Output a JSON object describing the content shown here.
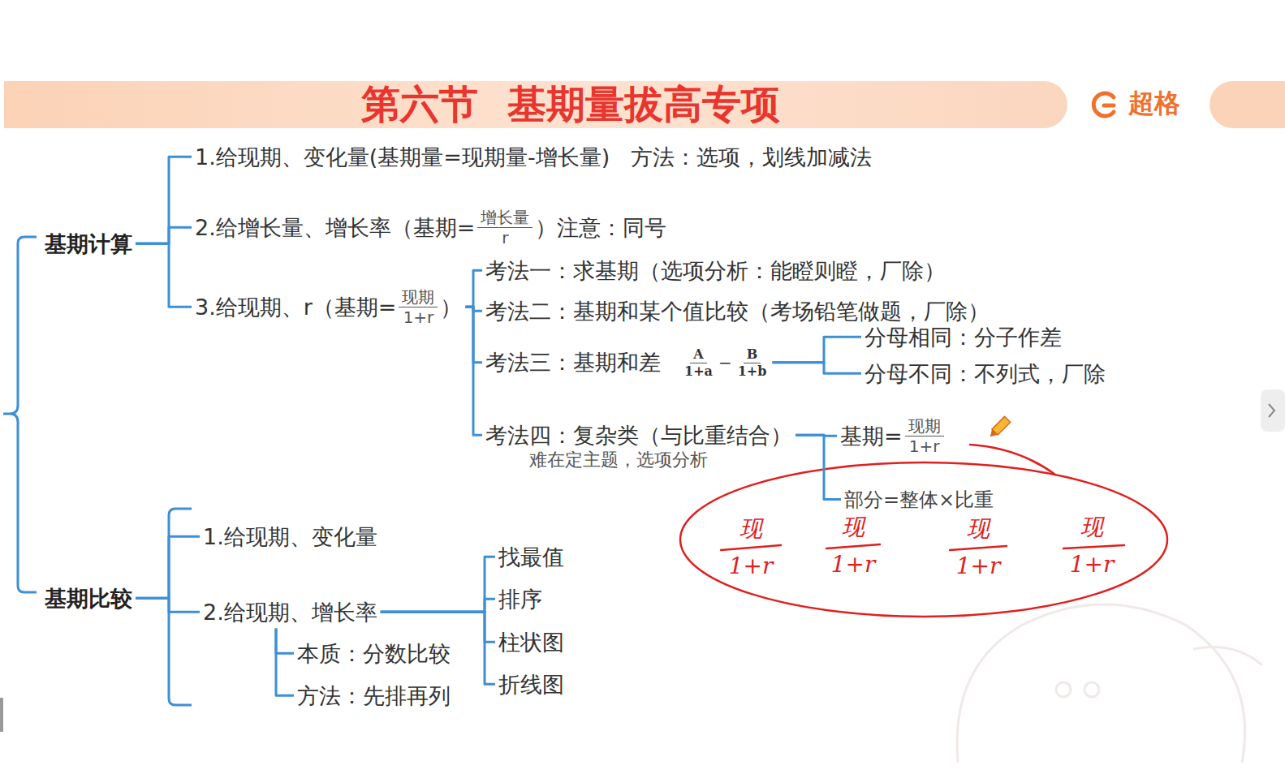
{
  "diagram": {
    "title": "第六节 基期量拔高专项",
    "nodes": [
      {
        "text": [
          "基期计算"
        ]
      },
      {
        "text": [
          "1.给现期、变化量(基期量=现期量-增长量)",
          "方法：选项，划线加减法"
        ]
      },
      {
        "text": [
          "2.给增长量、增长率（基期=",
          "增长量",
          "r",
          "）注意：同号"
        ]
      },
      {
        "text": [
          "3.给现期、r（基期=",
          "现期",
          "1+r",
          "）"
        ]
      },
      {
        "text": [
          "考法一：求基期（选项分析：能瞪则瞪，厂除）"
        ]
      },
      {
        "text": [
          "考法二：基期和某个值比较（考场铅笔做题，厂除）"
        ]
      },
      {
        "text": [
          "考法三：基期和差",
          "A",
          "1+a",
          "−",
          "B",
          "1+b"
        ]
      },
      {
        "text": [
          "分母相同：分子作差"
        ]
      },
      {
        "text": [
          "分母不同：不列式，厂除"
        ]
      },
      {
        "text": [
          "考法四：复杂类（与比重结合）",
          "难在定主题，选项分析"
        ]
      },
      {
        "text": [
          "基期=",
          "现期",
          "1+r"
        ]
      },
      {
        "text": [
          "部分=整体×比重"
        ]
      },
      {
        "text": [
          "基期比较"
        ]
      },
      {
        "text": [
          "1.给现期、变化量"
        ]
      },
      {
        "text": [
          "2.给现期、增长率"
        ]
      },
      {
        "text": [
          "本质：分数比较"
        ]
      },
      {
        "text": [
          "方法：先排再列"
        ]
      },
      {
        "text": [
          "找最值"
        ]
      },
      {
        "text": [
          "排序"
        ]
      },
      {
        "text": [
          "柱状图"
        ]
      },
      {
        "text": [
          "折线图"
        ]
      }
    ],
    "edges": [
      {
        "from": 0,
        "to": 1,
        "arrow": "none"
      },
      {
        "from": 0,
        "to": 2,
        "arrow": "none"
      },
      {
        "from": 0,
        "to": 3,
        "arrow": "none"
      },
      {
        "from": 3,
        "to": 4,
        "arrow": "none"
      },
      {
        "from": 3,
        "to": 5,
        "arrow": "none"
      },
      {
        "from": 3,
        "to": 6,
        "arrow": "none"
      },
      {
        "from": 3,
        "to": 9,
        "arrow": "none"
      },
      {
        "from": 6,
        "to": 7,
        "arrow": "none"
      },
      {
        "from": 6,
        "to": 8,
        "arrow": "none"
      },
      {
        "from": 9,
        "to": 10,
        "arrow": "none"
      },
      {
        "from": 9,
        "to": 11,
        "arrow": "none"
      },
      {
        "from": 12,
        "to": 13,
        "arrow": "none"
      },
      {
        "from": 12,
        "to": 14,
        "arrow": "none"
      },
      {
        "from": 14,
        "to": 15,
        "arrow": "none"
      },
      {
        "from": 14,
        "to": 16,
        "arrow": "none"
      },
      {
        "from": 14,
        "to": 17,
        "arrow": "none"
      },
      {
        "from": 14,
        "to": 18,
        "arrow": "none"
      },
      {
        "from": 14,
        "to": 19,
        "arrow": "none"
      },
      {
        "from": 14,
        "to": 20,
        "arrow": "none"
      }
    ],
    "labels": [
      "超格",
      "现",
      "1+r",
      "现",
      "1+r",
      "现",
      "1+r",
      "现",
      "1+r"
    ]
  }
}
